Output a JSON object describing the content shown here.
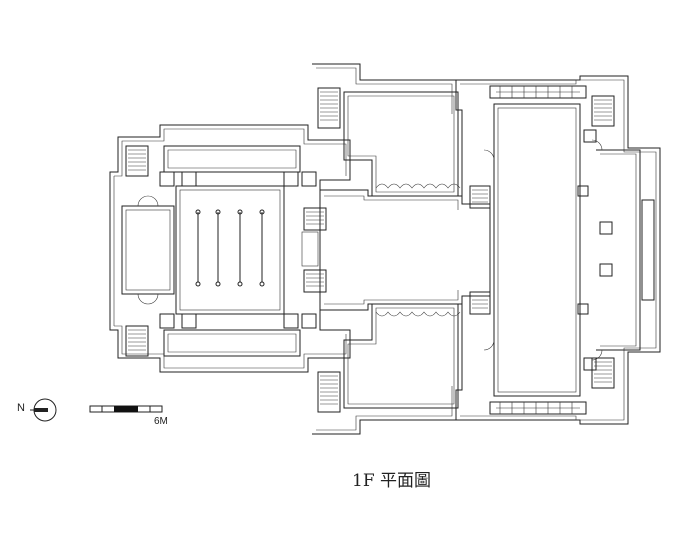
{
  "drawing": {
    "title": "1F 平面圖"
  },
  "north_arrow": {
    "letter": "N"
  },
  "scale_bar": {
    "label": "6M"
  }
}
